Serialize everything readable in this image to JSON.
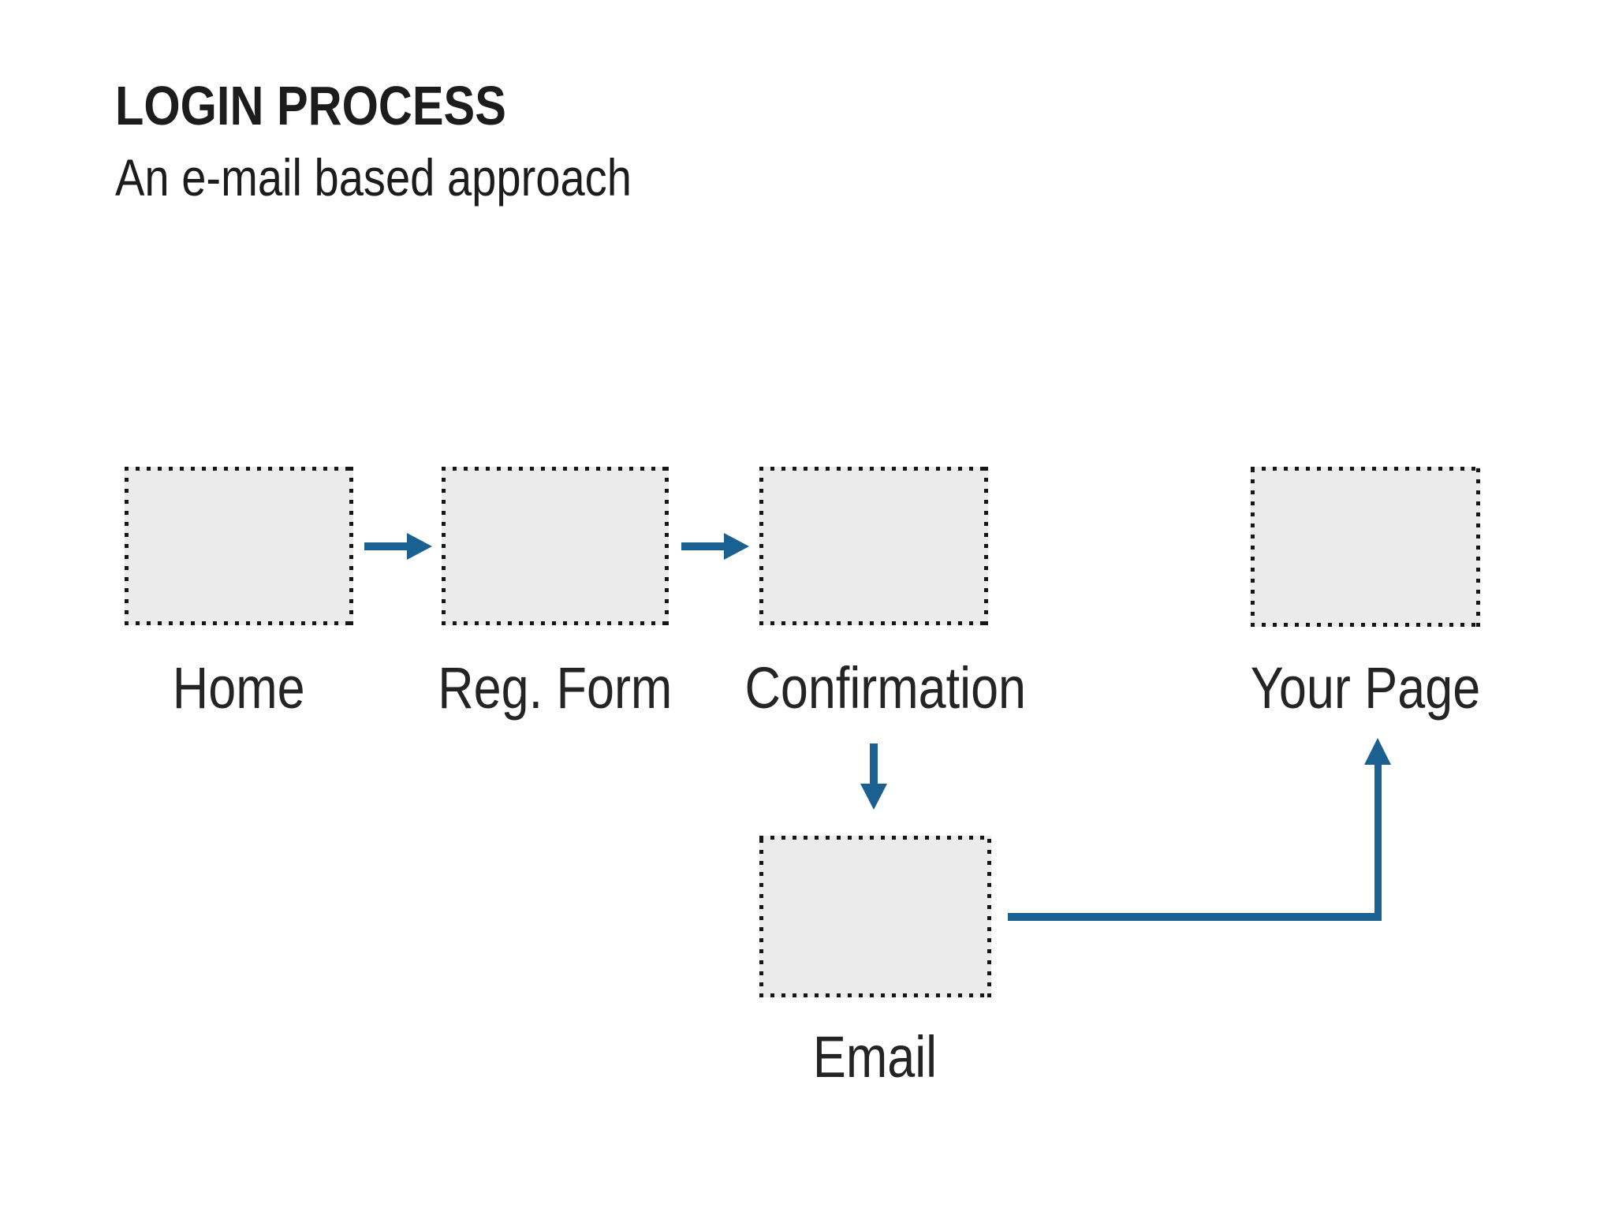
{
  "title": "LOGIN PROCESS",
  "subtitle": "An e-mail based approach",
  "diagram": {
    "type": "flowchart",
    "nodes": [
      {
        "id": "home",
        "label": "Home"
      },
      {
        "id": "reg-form",
        "label": "Reg. Form"
      },
      {
        "id": "confirmation",
        "label": "Confirmation"
      },
      {
        "id": "your-page",
        "label": "Your Page"
      },
      {
        "id": "email",
        "label": "Email"
      }
    ],
    "edges": [
      {
        "from": "home",
        "to": "reg-form",
        "direction": "right"
      },
      {
        "from": "reg-form",
        "to": "confirmation",
        "direction": "right"
      },
      {
        "from": "confirmation",
        "to": "email",
        "direction": "down"
      },
      {
        "from": "email",
        "to": "your-page",
        "direction": "right-then-up"
      }
    ]
  },
  "colors": {
    "background": "#ffffff",
    "box_fill": "#ebebeb",
    "box_border_dots": "#161616",
    "arrow": "#1a6090",
    "text": "#222222"
  }
}
